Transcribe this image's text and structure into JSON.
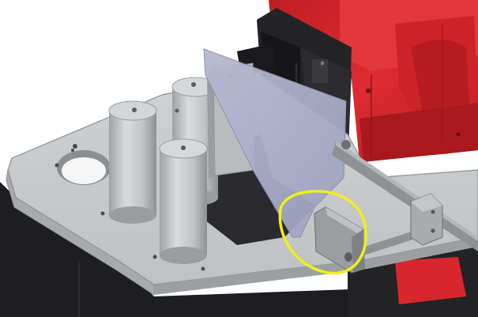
{
  "scene": {
    "description_kind": "cad-render",
    "colors": {
      "background": "#ffffff",
      "base_plate": "#c9cbcd",
      "base_plate_edge": "#8d9093",
      "housing_dark": "#1c1c1f",
      "machine_red": "#d8262c",
      "machine_red_dark": "#a3181d",
      "cylinder": "#c4c6c8",
      "sheet_blue": "#aeb2cc",
      "rod": "#8f9295",
      "highlight_circle": "#f2ee1a"
    },
    "highlight": {
      "shape": "ellipse",
      "color_name": "yellow"
    }
  }
}
